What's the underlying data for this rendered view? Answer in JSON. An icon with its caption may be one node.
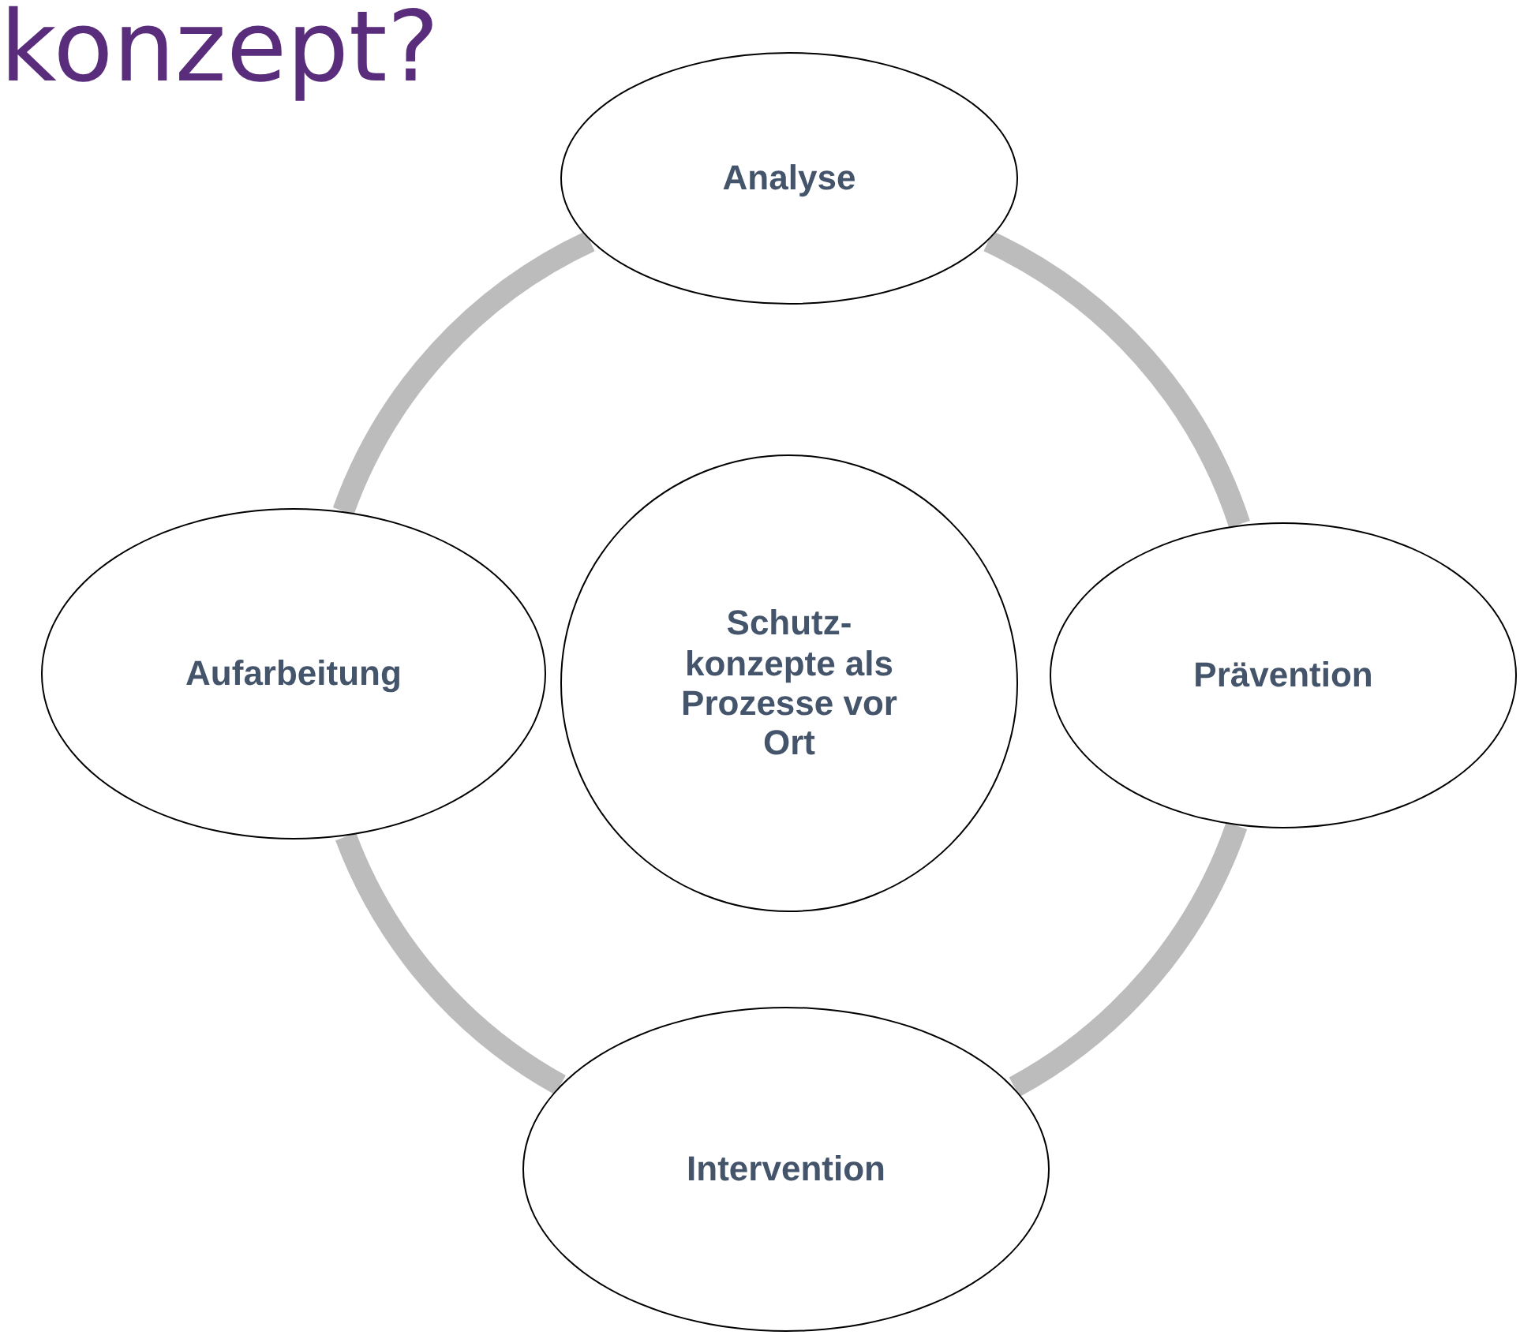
{
  "diagram": {
    "title": "konzept?",
    "nodes": [
      {
        "text": [
          "Analyse"
        ]
      },
      {
        "text": [
          "Aufarbeitung"
        ]
      },
      {
        "text": [
          "Schutz- konzepte als Prozesse vor Ort"
        ]
      },
      {
        "text": [
          "Prävention"
        ]
      },
      {
        "text": [
          "Intervention"
        ]
      }
    ],
    "edges": [
      {
        "from": 0,
        "to": 3,
        "arrow": "none"
      },
      {
        "from": 3,
        "to": 4,
        "arrow": "none"
      },
      {
        "from": 4,
        "to": 1,
        "arrow": "none"
      },
      {
        "from": 1,
        "to": 0,
        "arrow": "none"
      }
    ]
  }
}
